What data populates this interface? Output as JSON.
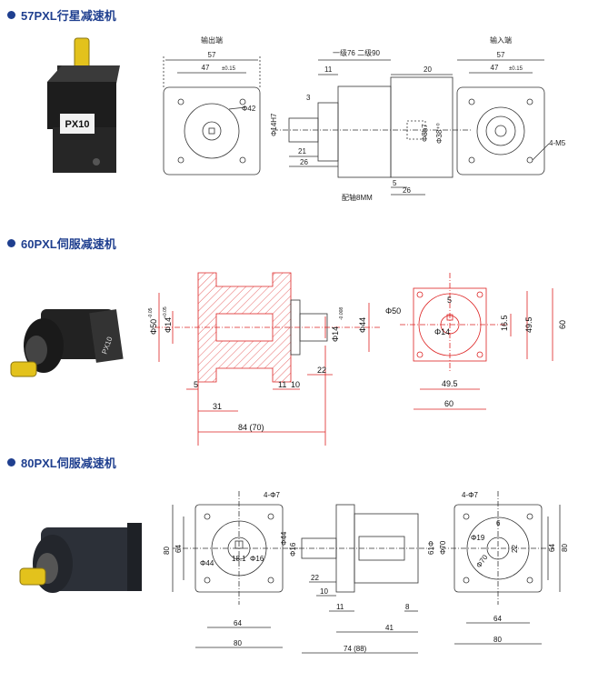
{
  "sections": [
    {
      "title": "57PXL行星减速机"
    },
    {
      "title": "60PXL伺服减速机"
    },
    {
      "title": "80PXL伺服减速机"
    }
  ],
  "product_label": "PX10",
  "s57": {
    "out_label": "输出端",
    "in_label": "输入端",
    "w57a": "57",
    "w47a": "47",
    "tol": "±0.15",
    "phi42": "Φ42",
    "stage": "一级76 二级90",
    "d11": "11",
    "d20": "20",
    "d3": "3",
    "phi14": "Φ14H7",
    "d21": "21",
    "d26": "26",
    "phi8": "Φ8h7",
    "phi38": "Φ38⁺⁰",
    "d5": "5",
    "d26b": "26",
    "shaft": "配轴8MM",
    "w57b": "57",
    "w47b": "47",
    "tolb": "±0.15",
    "m5": "4-M5"
  },
  "s60": {
    "phi50": "Φ50",
    "phi50t": "-0.05",
    "phi14": "Φ14",
    "phi14t": "+0.05",
    "phi14b": "Φ14",
    "phi14bt": "-0.008",
    "phi44": "Φ44",
    "d22": "22",
    "d11": "11",
    "d10": "10",
    "d5": "5",
    "d31": "31",
    "d84": "84 (70)",
    "f_phi50": "Φ50",
    "f_5": "5",
    "f_phi14": "Φ14",
    "f_165": "16.5",
    "f_495v": "49.5",
    "f_60v": "60",
    "f_495h": "49.5",
    "f_60h": "60"
  },
  "s80": {
    "holes": "4-Φ7",
    "phi44": "Φ44",
    "d181": "18.1",
    "phi16": "Φ16",
    "v80": "80",
    "v64": "64",
    "h64": "64",
    "h80": "80",
    "s_phi44": "Φ44",
    "s_phi16": "Φ16",
    "d22": "22",
    "d10": "10",
    "d11": "11",
    "d8": "8",
    "d41": "41",
    "d74": "74 (88)",
    "s_phi61": "61Φ",
    "s_phi70": "Φ70",
    "r_holes": "4-Φ7",
    "r_6": "6",
    "r_phi19": "Φ19",
    "r_22": "22",
    "r_phi70": "Φ70",
    "r_v64": "64",
    "r_v80": "80",
    "r_h64": "64",
    "r_h80": "80"
  }
}
